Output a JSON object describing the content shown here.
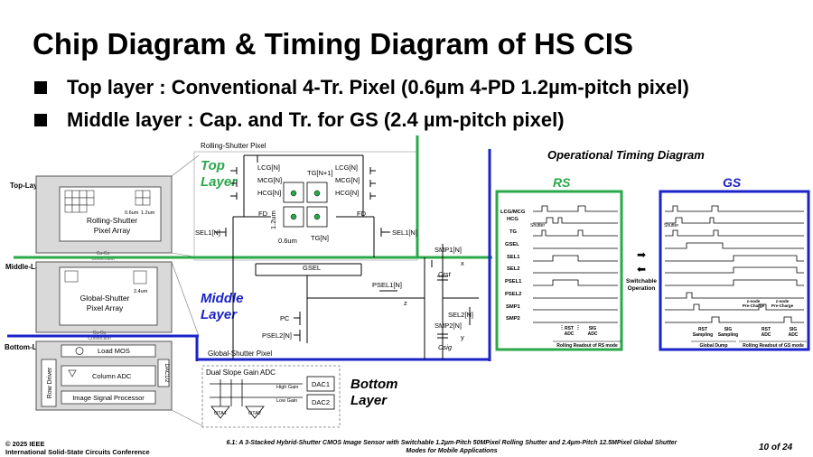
{
  "slide": {
    "title": "Chip Diagram & Timing Diagram of HS CIS",
    "bullets": [
      "Top layer : Conventional 4-Tr. Pixel (0.6µm 4-PD 1.2µm-pitch pixel)",
      "Middle layer : Cap. and Tr. for GS (2.4 µm-pitch pixel)"
    ]
  },
  "chip": {
    "layer_top": "Top-Layer",
    "layer_middle": "Middle-Layer",
    "layer_bottom": "Bottom-Layer",
    "rs_array": [
      "Rolling-Shutter",
      "Pixel Array"
    ],
    "pitch_small": "0.6um",
    "pitch_med": "1.2um",
    "pitch_gs": "2.4um",
    "cucu1": [
      "Cu-Cu",
      "Connection"
    ],
    "gs_array": [
      "Global-Shutter",
      "Pixel Array"
    ],
    "cucu2": [
      "Cu-Cu",
      "Connection"
    ],
    "load_mos": "Load MOS",
    "column_adc": "Column ADC",
    "row_driver": "Row Driver",
    "dac": "DAC1/2",
    "isp": "Image Signal Processor"
  },
  "circuit": {
    "rs_pixel": "Rolling-Shutter Pixel",
    "top_layer": [
      "Top",
      "Layer"
    ],
    "middle_layer": [
      "Middle",
      "Layer"
    ],
    "bottom_layer": [
      "Bottom",
      "Layer"
    ],
    "lcg": "LCG[N]",
    "mcg": "MCG[N]",
    "hcg": "HCG[N]",
    "tg_n1": "TG[N+1]",
    "tg_n": "TG[N]",
    "fd": "FD",
    "sel1": "SEL1[N]",
    "dim_v": "1.2um",
    "dim_h": "0.6um",
    "gsel": "GSEL",
    "psel1": "PSEL1[N]",
    "pc": "PC",
    "psel2": "PSEL2[N]",
    "smp1": "SMP1[N]",
    "smp2": "SMP2[N]",
    "sel2": "SEL2[N]",
    "crst": "Crst",
    "csig": "Csig",
    "x": "x",
    "y": "y",
    "z": "z",
    "gs_pixel": "Global-Shutter Pixel",
    "dual_slope": "Dual Slope Gain ADC",
    "high_gain": "High Gain",
    "low_gain": "Low Gain",
    "dac1": "DAC1",
    "dac2": "DAC2",
    "ota1": "OTA1",
    "ota2": "OTA2"
  },
  "timing": {
    "title": "Operational Timing Diagram",
    "rs_label": "RS",
    "gs_label": "GS",
    "signals": [
      "LCG/MCG",
      "HCG",
      "TG",
      "GSEL",
      "SEL1",
      "SEL2",
      "PSEL1",
      "PSEL2",
      "SMP1",
      "SMP2"
    ],
    "shutter": "Shutter",
    "switchable": [
      "Switchable",
      "Operation"
    ],
    "rs_rst": [
      "RST",
      "ADC"
    ],
    "rs_sig": [
      "SIG",
      "ADC"
    ],
    "rs_footer": "Rolling Readout of RS mode",
    "zmode1": [
      "z-node",
      "Pre-Charge"
    ],
    "zmode2": [
      "z-node",
      "Pre-Charge"
    ],
    "gs_rst_s": [
      "RST",
      "Sampling"
    ],
    "gs_sig_s": [
      "SIG",
      "Sampling"
    ],
    "gs_rst_a": [
      "RST",
      "ADC"
    ],
    "gs_sig_a": [
      "SIG",
      "ADC"
    ],
    "global_dump": "Global Dump",
    "gs_footer": "Rolling Readout of GS mode",
    "rs_color": "#2aa84a",
    "gs_color": "#1a22c8"
  },
  "footer": {
    "copyright": "© 2025 IEEE",
    "conference": "International Solid-State Circuits Conference",
    "citation": "6.1: A 3-Stacked Hybrid-Shutter CMOS Image Sensor with Switchable 1.2µm-Pitch 50MPixel Rolling Shutter and 2.4µm-Pitch 12.5MPixel Global Shutter Modes for Mobile Applications",
    "page": "10 of 24"
  }
}
